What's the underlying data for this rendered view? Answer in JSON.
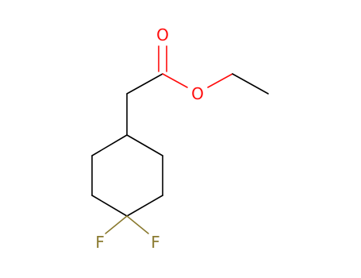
{
  "molecule": {
    "atoms": {
      "carbonyl_oxygen": {
        "symbol": "O",
        "color": "#ff0d0d"
      },
      "ester_oxygen": {
        "symbol": "O",
        "color": "#ff0d0d"
      },
      "fluorine_left": {
        "symbol": "F",
        "color": "#8a7a2f"
      },
      "fluorine_right": {
        "symbol": "F",
        "color": "#8a7a2f"
      }
    },
    "bond_color": "#000000"
  }
}
